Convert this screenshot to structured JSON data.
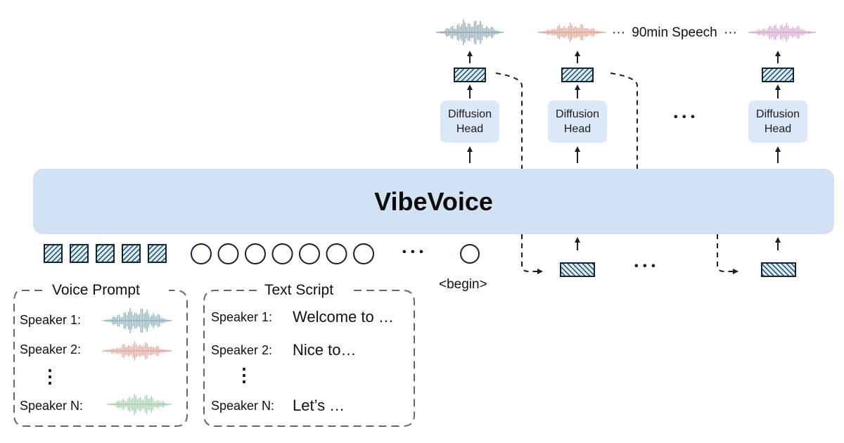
{
  "model": {
    "name": "VibeVoice",
    "backbone_color": "#d2e1f3"
  },
  "diffusion_heads": [
    {
      "label_line1": "Diffusion",
      "label_line2": "Head"
    },
    {
      "label_line1": "Diffusion",
      "label_line2": "Head"
    },
    {
      "label_line1": "Diffusion",
      "label_line2": "Head"
    }
  ],
  "output": {
    "caption": "90min Speech",
    "ellipsis": "···",
    "waveform_colors": [
      "#8faab3",
      "#e0a595",
      "#d9a8d6"
    ]
  },
  "ellipsis_dots": "• • •",
  "input_tokens": {
    "voice_token_count": 5,
    "text_token_count": 7,
    "begin_label": "<begin>",
    "ellipsis": "• • •"
  },
  "voice_prompt": {
    "title": "Voice Prompt",
    "speakers": [
      {
        "label": "Speaker 1:",
        "waveform_color": "#8fb0bb"
      },
      {
        "label": "Speaker 2:",
        "waveform_color": "#e5a79d"
      },
      {
        "label": "Speaker N:",
        "waveform_color": "#a8cdb0"
      }
    ],
    "vertical_ellipsis": "⋮"
  },
  "text_script": {
    "title": "Text Script",
    "lines": [
      {
        "speaker": "Speaker 1:",
        "text": "Welcome to …"
      },
      {
        "speaker": "Speaker 2:",
        "text": "Nice to…"
      },
      {
        "speaker": "Speaker N:",
        "text": "Let’s …"
      }
    ],
    "vertical_ellipsis": "⋮"
  },
  "colors": {
    "token_fill": "#cfeef7",
    "token_stroke": "#14212e",
    "arrow": "#14212e",
    "head_fill": "#dbe8f8",
    "group_border": "#666666"
  }
}
